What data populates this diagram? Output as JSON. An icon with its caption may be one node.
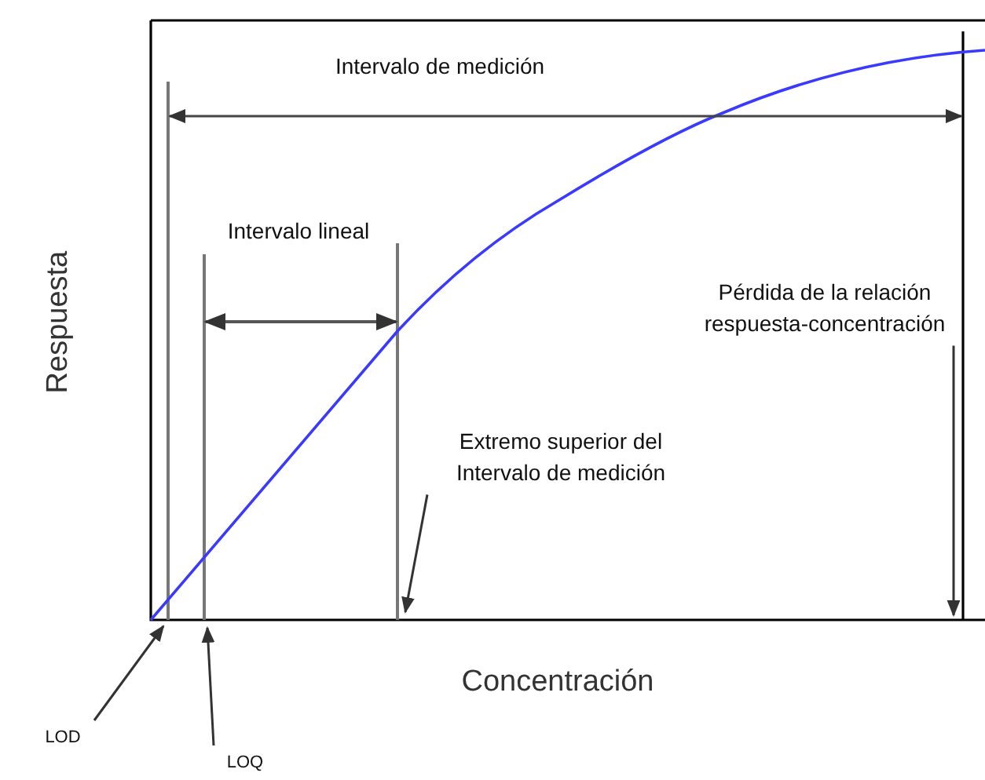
{
  "diagram": {
    "nodes": [
      {
        "text": [
          "LOD"
        ]
      },
      {
        "text": [
          "LOQ"
        ]
      },
      {
        "text": [
          "Extremo superior del Intervalo de medición"
        ]
      },
      {
        "text": [
          "Pérdida de la relación respuesta-concentración"
        ]
      }
    ],
    "edges": [
      {
        "from": 0,
        "to": null,
        "arrow": "to"
      },
      {
        "from": 1,
        "to": null,
        "arrow": "to"
      },
      {
        "from": 2,
        "to": null,
        "arrow": "to"
      },
      {
        "from": 3,
        "to": null,
        "arrow": "to"
      }
    ],
    "labels": [
      "Intervalo de medición",
      "Intervalo lineal",
      "Respuesta",
      "Concentración"
    ]
  }
}
